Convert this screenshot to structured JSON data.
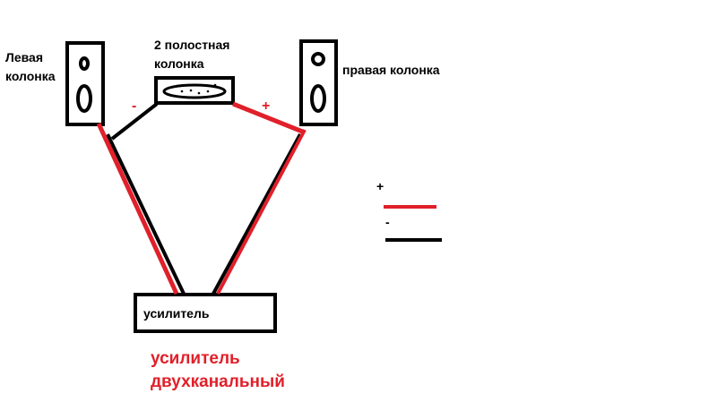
{
  "labels": {
    "left_speaker": "Левая колонка",
    "center_speaker": "2 полостная колонка",
    "right_speaker": "правая колонка",
    "minus_wire": "-",
    "plus_wire": "+",
    "amplifier": "усилитель",
    "amplifier_note_line1": "усилитель",
    "amplifier_note_line2": "двухканальный"
  },
  "legend": {
    "plus_label": "+",
    "minus_label": "-",
    "plus_color": "#e0202a",
    "minus_color": "#000000"
  }
}
